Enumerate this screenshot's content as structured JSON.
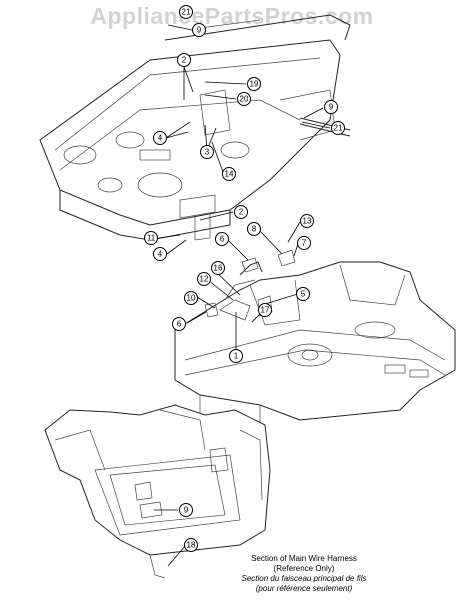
{
  "watermark": "AppliancePartsPros.com",
  "callouts": [
    "21",
    "9",
    "2",
    "19",
    "20",
    "4",
    "3",
    "14",
    "9",
    "21",
    "2",
    "11",
    "4",
    "13",
    "6",
    "8",
    "7",
    "16",
    "12",
    "10",
    "5",
    "17",
    "6",
    "1",
    "9",
    "18"
  ],
  "caption": {
    "en_line1": "Section of Main Wire Harness",
    "en_line2": "(Reference Only)",
    "fr_line1": "Section du faisceau principal de fils",
    "fr_line2": "(pour référence seulement)"
  }
}
